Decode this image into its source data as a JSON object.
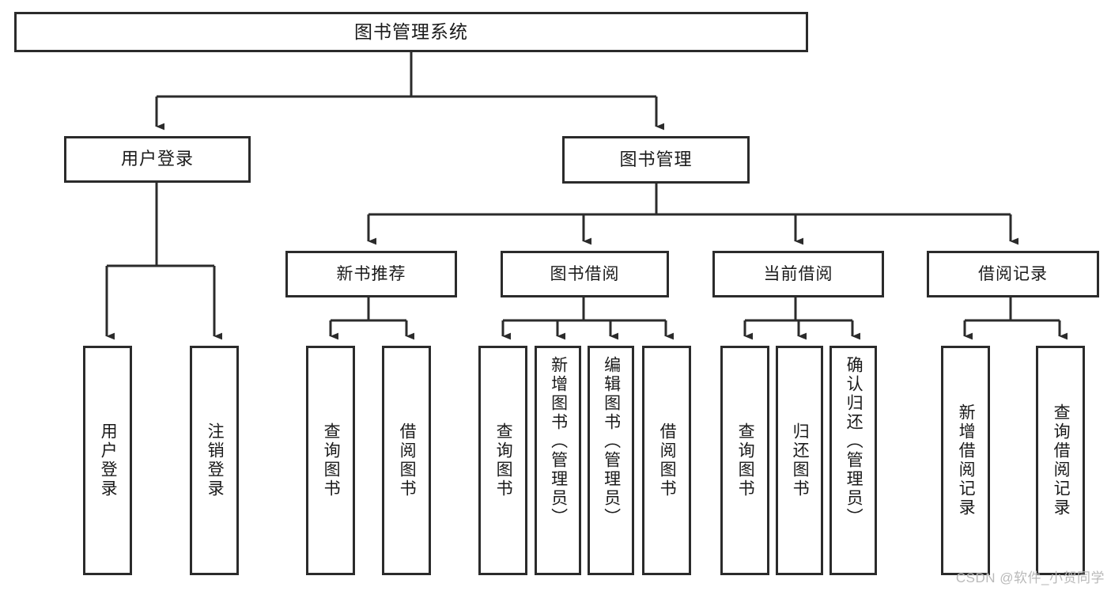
{
  "diagram": {
    "type": "tree",
    "title": "图书管理系统",
    "stroke_color": "#2b2b2b",
    "background_color": "#ffffff",
    "root": {
      "id": "root",
      "label": "图书管理系统"
    },
    "level1": [
      {
        "id": "user-login",
        "label": "用户登录"
      },
      {
        "id": "book-manage",
        "label": "图书管理"
      }
    ],
    "level2": [
      {
        "id": "new-book-recommend",
        "label": "新书推荐",
        "parent": "book-manage"
      },
      {
        "id": "book-borrow",
        "label": "图书借阅",
        "parent": "book-manage"
      },
      {
        "id": "current-borrow",
        "label": "当前借阅",
        "parent": "book-manage"
      },
      {
        "id": "borrow-record",
        "label": "借阅记录",
        "parent": "book-manage"
      }
    ],
    "leaves": [
      {
        "id": "leaf-user-login",
        "label": "用户登录",
        "parent": "user-login"
      },
      {
        "id": "leaf-logout",
        "label": "注销登录",
        "parent": "user-login"
      },
      {
        "id": "leaf-query-book-1",
        "label": "查询图书",
        "parent": "new-book-recommend"
      },
      {
        "id": "leaf-borrow-book-1",
        "label": "借阅图书",
        "parent": "new-book-recommend"
      },
      {
        "id": "leaf-query-book-2",
        "label": "查询图书",
        "parent": "book-borrow"
      },
      {
        "id": "leaf-add-book",
        "label": "新增图书（管理员）",
        "parent": "book-borrow"
      },
      {
        "id": "leaf-edit-book",
        "label": "编辑图书（管理员）",
        "parent": "book-borrow"
      },
      {
        "id": "leaf-borrow-book-2",
        "label": "借阅图书",
        "parent": "book-borrow"
      },
      {
        "id": "leaf-query-book-3",
        "label": "查询图书",
        "parent": "current-borrow"
      },
      {
        "id": "leaf-return-book",
        "label": "归还图书",
        "parent": "current-borrow"
      },
      {
        "id": "leaf-confirm-return",
        "label": "确认归还（管理员）",
        "parent": "current-borrow"
      },
      {
        "id": "leaf-add-record",
        "label": "新增借阅记录",
        "parent": "borrow-record"
      },
      {
        "id": "leaf-query-record",
        "label": "查询借阅记录",
        "parent": "borrow-record"
      }
    ]
  },
  "watermark": {
    "text": "CSDN @软件_小贺同学"
  }
}
